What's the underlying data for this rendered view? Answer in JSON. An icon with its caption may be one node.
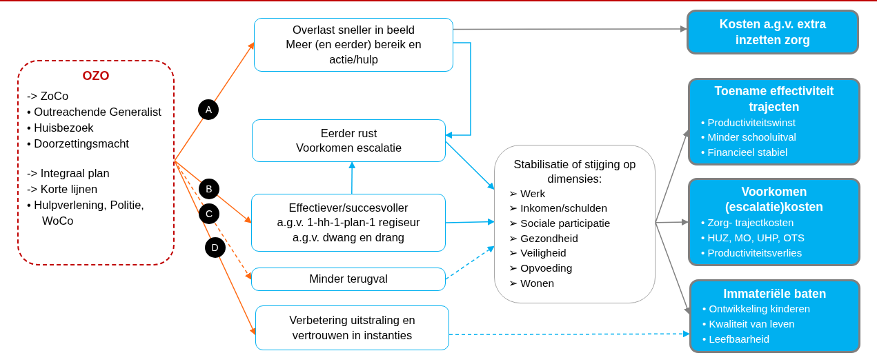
{
  "diagram": {
    "nodes": [
      {
        "text": [
          "OZO",
          "-> ZoCo",
          "• Outreachende Generalist",
          "• Huisbezoek",
          "• Doorzettingsmacht",
          "-> Integraal plan",
          "-> Korte lijnen",
          "• Hulpverlening, Politie, WoCo"
        ]
      },
      {
        "text": [
          "Overlast sneller in beeld",
          "Meer (en eerder) bereik en actie/hulp"
        ]
      },
      {
        "text": [
          "Eerder rust",
          "Voorkomen escalatie"
        ]
      },
      {
        "text": [
          "Effectiever/succesvoller",
          "a.g.v. 1-hh-1-plan-1 regiseur",
          "a.g.v. dwang en drang"
        ]
      },
      {
        "text": [
          "Minder terugval"
        ]
      },
      {
        "text": [
          "Verbetering uitstraling en vertrouwen in instanties"
        ]
      },
      {
        "text": [
          "Stabilisatie of stijging op dimensies:",
          "➢ Werk",
          "➢ Inkomen/schulden",
          "➢ Sociale participatie",
          "➢ Gezondheid",
          "➢ Veiligheid",
          "➢ Opvoeding",
          "➢ Wonen"
        ]
      },
      {
        "text": [
          "Kosten a.g.v. extra inzetten zorg"
        ]
      },
      {
        "text": [
          "Toename effectiviteit trajecten",
          "• Productiviteitswinst",
          "• Minder schooluitval",
          "• Financieel stabiel"
        ]
      },
      {
        "text": [
          "Voorkomen (escalatie)kosten",
          "• Zorg- trajectkosten",
          "• HUZ, MO, UHP, OTS",
          "• Productiviteitsverlies"
        ]
      },
      {
        "text": [
          "Immateriële baten",
          "• Ontwikkeling kinderen",
          "• Kwaliteit van leven",
          "• Leefbaarheid"
        ]
      }
    ],
    "edges": [
      {
        "from": 0,
        "to": 1,
        "arrow": "to",
        "label": "A",
        "color": "#ff6a13"
      },
      {
        "from": 0,
        "to": 3,
        "arrow": "to",
        "label": "B",
        "color": "#ff6a13"
      },
      {
        "from": 0,
        "to": 4,
        "arrow": "to",
        "label": "C",
        "color": "#ff6a13",
        "style": "dashed"
      },
      {
        "from": 0,
        "to": 5,
        "arrow": "to",
        "label": "D",
        "color": "#ff6a13"
      },
      {
        "from": 1,
        "to": 7,
        "arrow": "to",
        "color": "#808080"
      },
      {
        "from": 1,
        "to": 2,
        "arrow": "to"
      },
      {
        "from": 3,
        "to": 2,
        "arrow": "to"
      },
      {
        "from": 2,
        "to": 6,
        "arrow": "to"
      },
      {
        "from": 3,
        "to": 6,
        "arrow": "to"
      },
      {
        "from": 4,
        "to": 6,
        "arrow": "to",
        "style": "dashed"
      },
      {
        "from": 5,
        "to": 10,
        "arrow": "to",
        "style": "dashed"
      },
      {
        "from": 6,
        "to": 8,
        "arrow": "to",
        "color": "#808080"
      },
      {
        "from": 6,
        "to": 9,
        "arrow": "to",
        "color": "#808080"
      },
      {
        "from": 6,
        "to": 10,
        "arrow": "to",
        "color": "#808080"
      }
    ]
  }
}
